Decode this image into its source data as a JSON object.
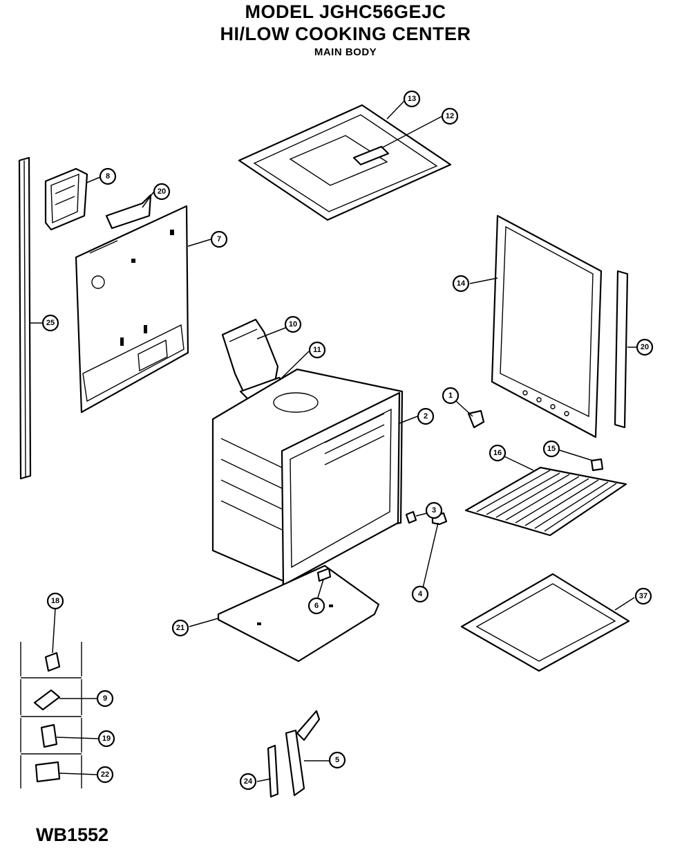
{
  "header": {
    "model": "MODEL JGHC56GEJC",
    "product": "HI/LOW COOKING CENTER",
    "section": "MAIN BODY"
  },
  "footer": {
    "code": "WB1552"
  },
  "callouts": {
    "c1": "1",
    "c2": "2",
    "c3": "3",
    "c4": "4",
    "c5": "5",
    "c6": "6",
    "c7": "7",
    "c8": "8",
    "c9": "9",
    "c10": "10",
    "c11": "11",
    "c12": "12",
    "c13": "13",
    "c14": "14",
    "c15": "15",
    "c16": "16",
    "c18": "18",
    "c19": "19",
    "c20": "20",
    "c20b": "20",
    "c21": "21",
    "c22": "22",
    "c24": "24",
    "c25": "25",
    "c37": "37"
  }
}
